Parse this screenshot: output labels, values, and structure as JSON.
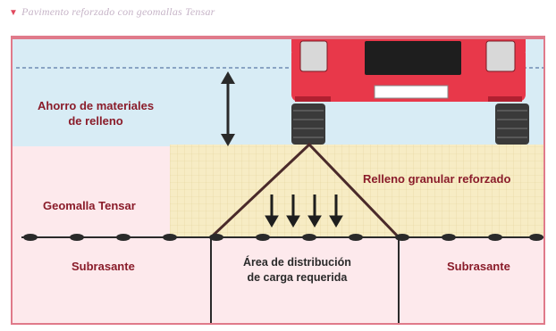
{
  "caption": "Pavimento reforzado con geomallas Tensar",
  "labels": {
    "ahorro_line1": "Ahorro de materiales",
    "ahorro_line2": "de relleno",
    "relleno": "Relleno granular reforzado",
    "geomalla": "Geomalla Tensar",
    "subrasante_left": "Subrasante",
    "subrasante_right": "Subrasante",
    "area_line1": "Área de distribución",
    "area_line2": "de carga requerida"
  },
  "colors": {
    "frame_border": "#e07a8a",
    "frame_bg": "#fdeef0",
    "sky": "#d8ecf5",
    "fill_material": "#f7ecc4",
    "label_red": "#8a1c2a",
    "car_red": "#e8384a"
  }
}
